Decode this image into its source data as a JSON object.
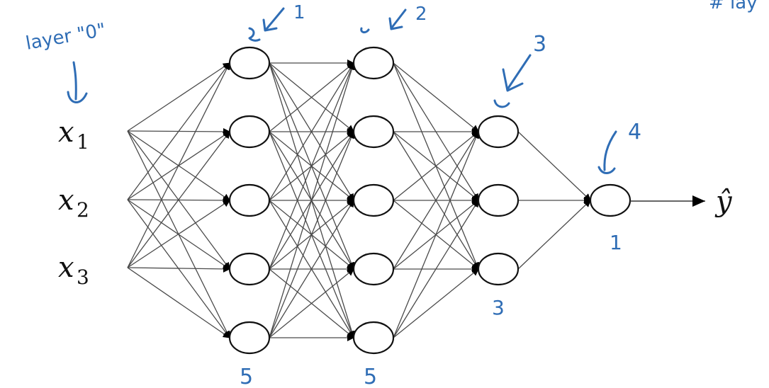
{
  "diagram": {
    "type": "neural-network",
    "inputs": [
      {
        "symbol": "x",
        "subscript": "1"
      },
      {
        "symbol": "x",
        "subscript": "2"
      },
      {
        "symbol": "x",
        "subscript": "3"
      }
    ],
    "layers": [
      {
        "index": "1",
        "units": 5,
        "count_label": "5"
      },
      {
        "index": "2",
        "units": 5,
        "count_label": "5"
      },
      {
        "index": "3",
        "units": 3,
        "count_label": "3"
      },
      {
        "index": "4",
        "units": 1,
        "count_label": "1"
      }
    ],
    "output": {
      "symbol": "ŷ"
    },
    "annotations": {
      "input_layer": "layer \"0\"",
      "top_right_partial": "# lay"
    }
  },
  "colors": {
    "ink": "#2f6db5",
    "line": "#4a4a4a",
    "node_stroke": "#111111"
  }
}
